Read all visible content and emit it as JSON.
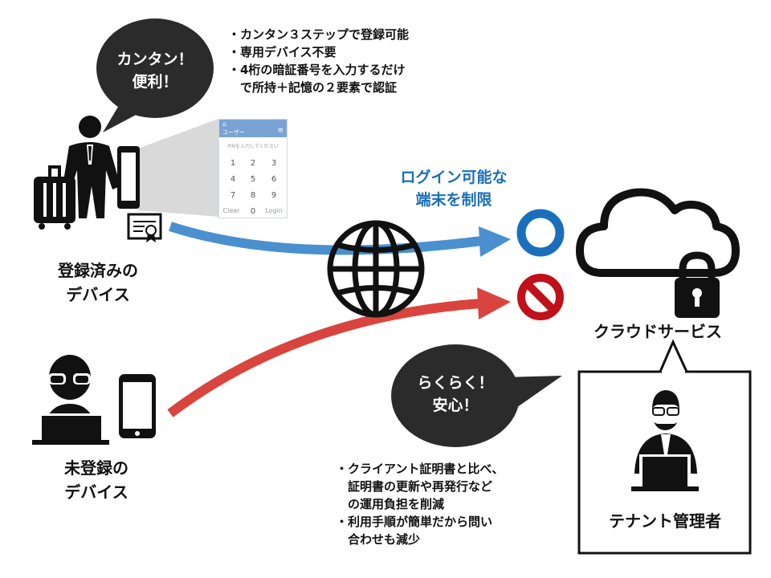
{
  "registered_bubble": {
    "line1": "カンタン！",
    "line2": "便利！"
  },
  "registered_bullets": [
    "・カンタン３ステップで登録可能",
    "・専用デバイス不要",
    "・4桁の暗証番号を入力するだけ",
    "　で所持＋記憶の２要素で認証"
  ],
  "pin_screen": {
    "title": "ユーザー",
    "placeholder": "PINを入力してください",
    "keys": [
      "1",
      "2",
      "3",
      "4",
      "5",
      "6",
      "7",
      "8",
      "9",
      "Clear",
      "0",
      "Login"
    ]
  },
  "registered_device_label": {
    "line1": "登録済みの",
    "line2": "デバイス"
  },
  "unregistered_device_label": {
    "line1": "未登録の",
    "line2": "デバイス"
  },
  "restrict_text": {
    "line1": "ログイン可能な",
    "line2": "端末を制限"
  },
  "cloud_label": "クラウドサービス",
  "admin_bubble": {
    "line1": "らくらく！",
    "line2": "安心！"
  },
  "admin_bullets": [
    "・クライアント証明書と比べ、",
    "　証明書の更新や再発行など",
    "　の運用負担を削減",
    "・利用手順が簡単だから問い",
    "　合わせも減少"
  ],
  "admin_label": "テナント管理者",
  "colors": {
    "allowed_arrow": "#4a90cf",
    "denied_arrow": "#d9443f",
    "ok_circle": "#1a6fba",
    "deny_sign": "#c0101a",
    "bubble": "#2b2b2b"
  }
}
